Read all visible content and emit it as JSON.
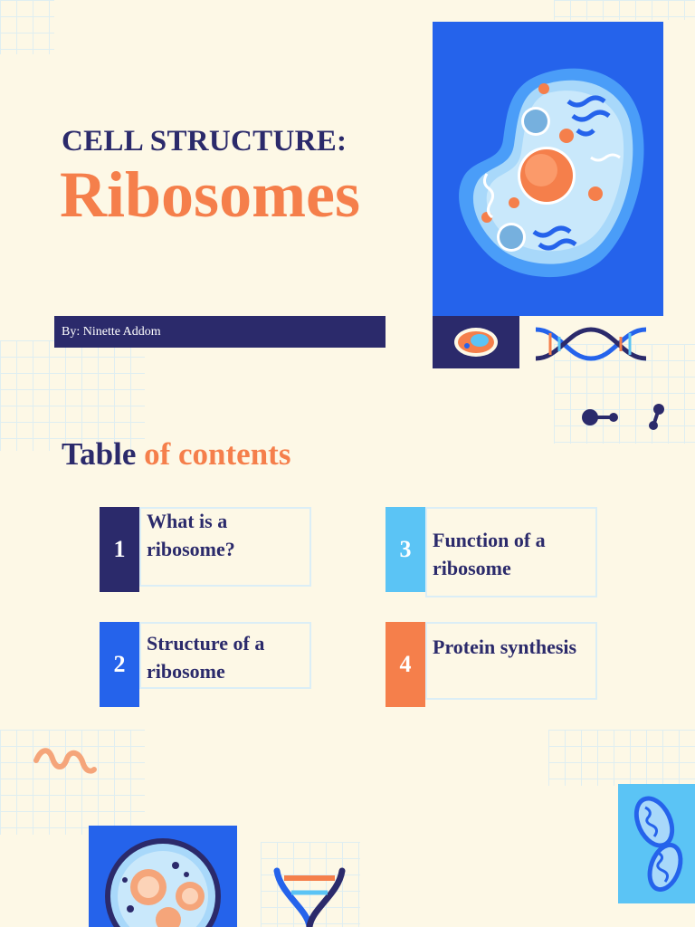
{
  "header": {
    "subtitle": "CELL STRUCTURE:",
    "title": "Ribosomes",
    "author": "By: Ninette Addom"
  },
  "toc": {
    "title_part1": "Table",
    "title_part2": "of contents",
    "items": [
      {
        "number": "1",
        "label": "What is a ribosome?",
        "color": "#2b2a6b"
      },
      {
        "number": "2",
        "label": "Structure of a ribosome",
        "color": "#2563eb"
      },
      {
        "number": "3",
        "label": "Function of a ribosome",
        "color": "#5bc4f5"
      },
      {
        "number": "4",
        "label": "Protein synthesis",
        "color": "#f57f4b"
      }
    ]
  },
  "colors": {
    "background": "#fdf8e6",
    "navy": "#2b2a6b",
    "orange": "#f57f4b",
    "blue": "#2563eb",
    "light_blue": "#5bc4f5"
  },
  "decorations": [
    "cell-illustration",
    "bacteria-icon",
    "dna-helix-icon",
    "molecule-icon",
    "squiggle-icon",
    "microscope-cell-icon",
    "dna-fragment-icon",
    "mitochondria-icon"
  ]
}
